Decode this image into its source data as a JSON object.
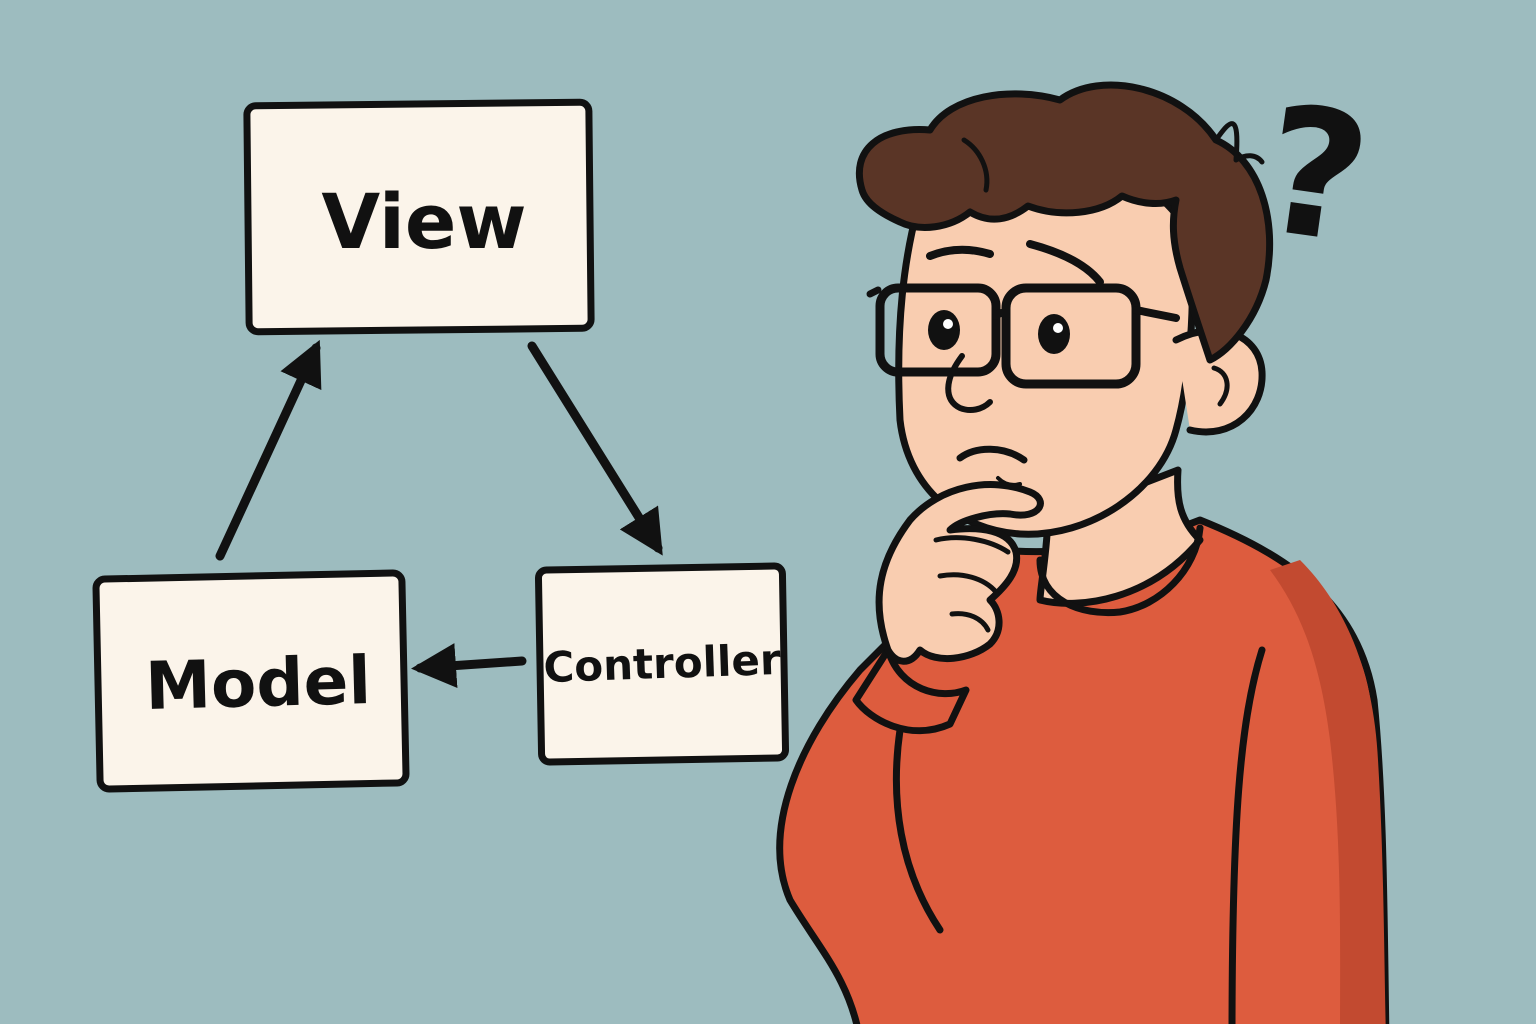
{
  "diagram": {
    "nodes": [
      {
        "id": "view",
        "label": "View"
      },
      {
        "id": "controller",
        "label": "Controller"
      },
      {
        "id": "model",
        "label": "Model"
      }
    ],
    "edges": [
      {
        "from": "view",
        "to": "controller"
      },
      {
        "from": "controller",
        "to": "model"
      },
      {
        "from": "model",
        "to": "view"
      }
    ]
  },
  "illustration": {
    "symbol": "?",
    "colors": {
      "background": "#9dbcbf",
      "box_fill": "#fbf4ea",
      "outline": "#111111",
      "skin": "#f9cdb0",
      "hair": "#5a3526",
      "sweater": "#dd5c3e",
      "sweater_shadow": "#c24a30"
    }
  }
}
